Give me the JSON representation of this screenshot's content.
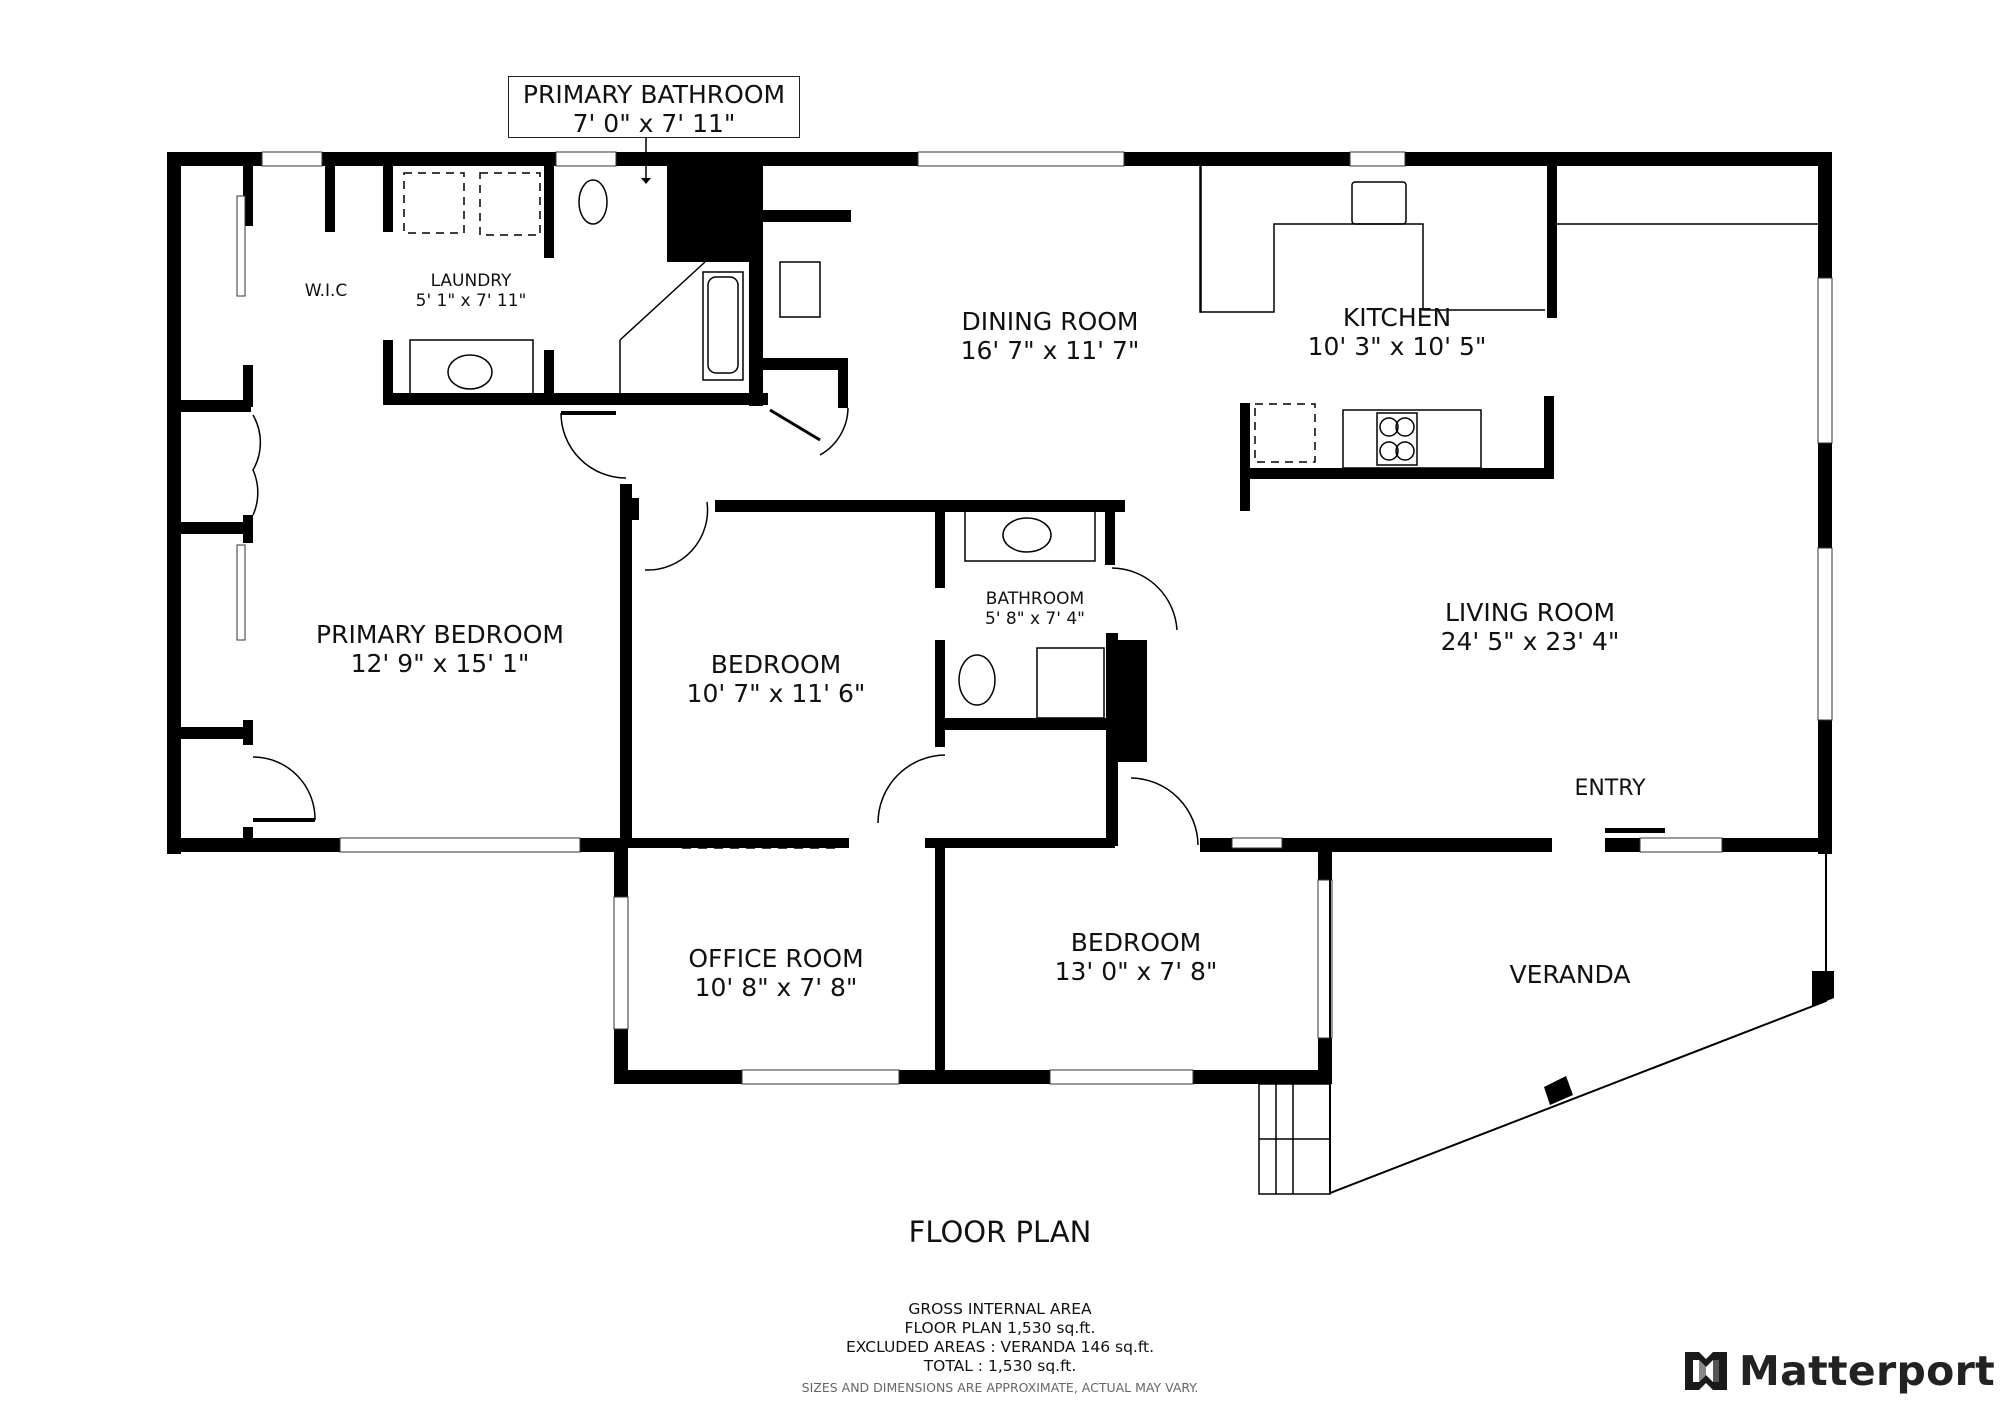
{
  "plan": {
    "title": "FLOOR PLAN",
    "callout": {
      "name": "PRIMARY BATHROOM",
      "dims": "7' 0\" x 7' 11\""
    },
    "rooms": [
      {
        "name": "DINING ROOM",
        "dims": "16' 7\" x 11' 7\""
      },
      {
        "name": "KITCHEN",
        "dims": "10' 3\" x 10' 5\""
      },
      {
        "name": "LIVING ROOM",
        "dims": "24' 5\" x 23' 4\""
      },
      {
        "name": "ENTRY"
      },
      {
        "name": "W.I.C"
      },
      {
        "name": "LAUNDRY",
        "dims": "5' 1\" x 7' 11\""
      },
      {
        "name": "PRIMARY BEDROOM",
        "dims": "12' 9\" x 15' 1\""
      },
      {
        "name": "BEDROOM",
        "dims": "10' 7\" x 11' 6\""
      },
      {
        "name": "BATHROOM",
        "dims": "5' 8\" x 7' 4\""
      },
      {
        "name": "OFFICE ROOM",
        "dims": "10' 8\" x 7' 8\""
      },
      {
        "name": "BEDROOM",
        "dims": "13' 0\" x 7' 8\""
      },
      {
        "name": "VERANDA"
      }
    ]
  },
  "area_summary": {
    "heading": "GROSS INTERNAL AREA",
    "floor_plan": "FLOOR PLAN 1,530 sq.ft.",
    "excluded": "EXCLUDED AREAS :  VERANDA 146 sq.ft.",
    "total": "TOTAL :  1,530 sq.ft.",
    "disclaimer": "SIZES AND DIMENSIONS ARE APPROXIMATE, ACTUAL MAY VARY."
  },
  "brand": {
    "name": "Matterport",
    "icon": "matterport-logo-icon"
  },
  "colors": {
    "wall": "#000000",
    "background": "#ffffff",
    "brand_text": "#222222",
    "disclaimer": "#666666"
  }
}
